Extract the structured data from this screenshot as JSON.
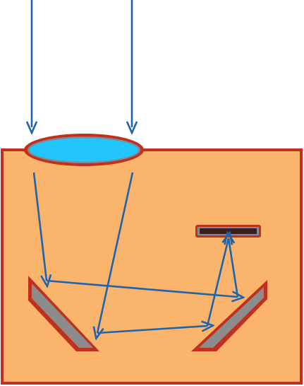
{
  "colors": {
    "background": "#ffffff",
    "box_fill": "#fbb46c",
    "box_stroke": "#c0301c",
    "lens_fill": "#22c5fc",
    "lens_rim": "#808a92",
    "mirror_fill": "#8c8c8c",
    "detector_inner": "#3a1f1f",
    "ray": "#1e63ad"
  },
  "components": {
    "incoming_rays": 2,
    "lens": "lens",
    "mirrors": 2,
    "detector": "detector"
  }
}
